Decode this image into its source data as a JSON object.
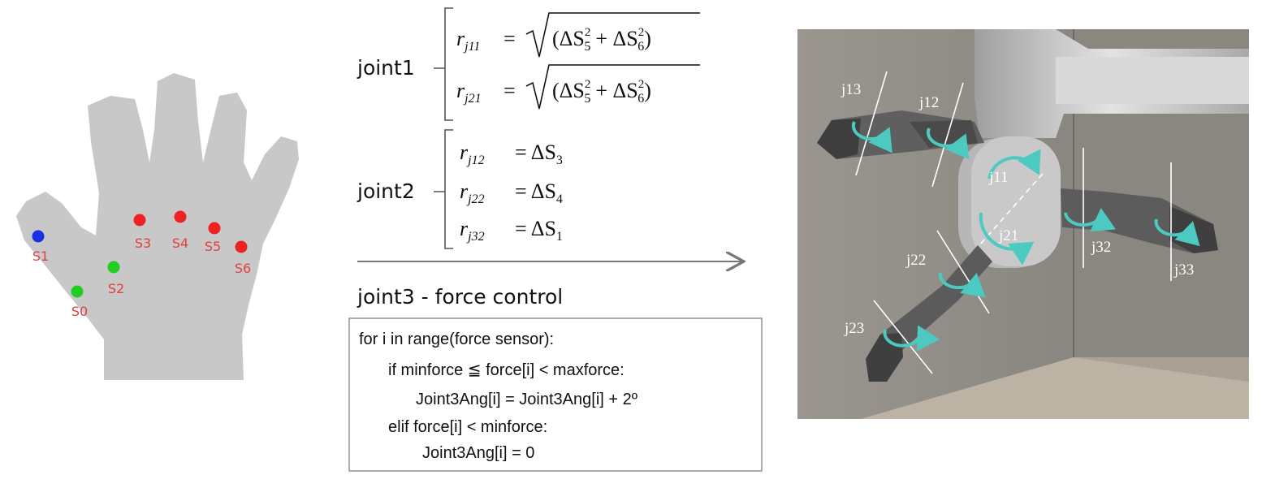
{
  "sensors": [
    {
      "id": "S0",
      "color": "#22cc22"
    },
    {
      "id": "S1",
      "color": "#1a2fe0"
    },
    {
      "id": "S2",
      "color": "#22cc22"
    },
    {
      "id": "S3",
      "color": "#ee2222"
    },
    {
      "id": "S4",
      "color": "#ee2222"
    },
    {
      "id": "S5",
      "color": "#ee2222"
    },
    {
      "id": "S6",
      "color": "#ee2222"
    }
  ],
  "joint1": {
    "label": "joint1",
    "eq1": {
      "lhs_base": "r",
      "lhs_sub": "j11",
      "eq": "=",
      "open": "(ΔS",
      "s1": "5",
      "plus": "+ ΔS",
      "s2": "6",
      "close": ")",
      "sup": "2"
    },
    "eq2": {
      "lhs_base": "r",
      "lhs_sub": "j21",
      "eq": "=",
      "open": "(ΔS",
      "s1": "5",
      "plus": "+ ΔS",
      "s2": "6",
      "close": ")",
      "sup": "2"
    }
  },
  "joint2": {
    "label": "joint2",
    "eqs": [
      {
        "lhs_base": "r",
        "lhs_sub": "j12",
        "rhs": "= ΔS",
        "rhs_sub": "3"
      },
      {
        "lhs_base": "r",
        "lhs_sub": "j22",
        "rhs": "= ΔS",
        "rhs_sub": "4"
      },
      {
        "lhs_base": "r",
        "lhs_sub": "j32",
        "rhs": "= ΔS",
        "rhs_sub": "1"
      }
    ]
  },
  "joint3": {
    "label": "joint3 - force control",
    "code": [
      "for  i  in  range(force sensor):",
      "if  minforce ≦ force[i] < maxforce:",
      "Joint3Ang[i]  =  Joint3Ang[i] +  2º",
      "elif  force[i]  <  minforce:",
      "Joint3Ang[i] = 0"
    ]
  },
  "robot_joints": [
    "j13",
    "j12",
    "j11",
    "j21",
    "j22",
    "j23",
    "j32",
    "j33"
  ],
  "colors": {
    "accent": "#4cc9c0",
    "glove": "#c8c8c8",
    "wall": "#8d8a84",
    "floor": "#bdb3a5"
  }
}
